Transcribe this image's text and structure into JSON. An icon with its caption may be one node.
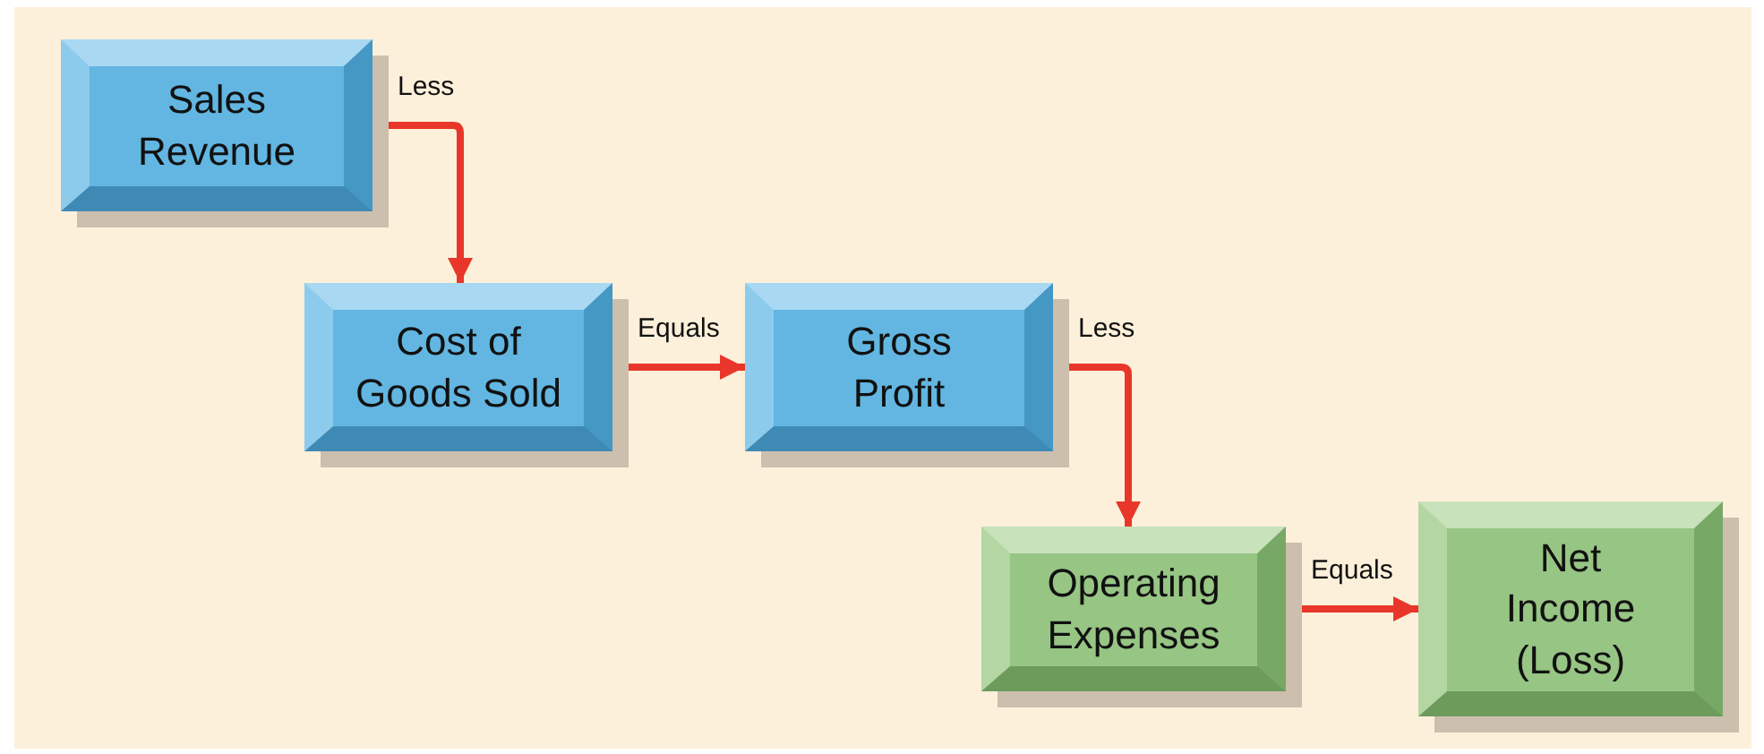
{
  "diagram": {
    "nodes": [
      {
        "text": [
          "Sales Revenue"
        ]
      },
      {
        "text": [
          "Cost of Goods Sold"
        ]
      },
      {
        "text": [
          "Gross Profit"
        ]
      },
      {
        "text": [
          "Operating Expenses"
        ]
      },
      {
        "text": [
          "Net Income (Loss)"
        ]
      }
    ],
    "edges": [
      {
        "from": 0,
        "to": 1,
        "arrow": "to",
        "label": "Less"
      },
      {
        "from": 1,
        "to": 2,
        "arrow": "to",
        "label": "Equals"
      },
      {
        "from": 2,
        "to": 3,
        "arrow": "to",
        "label": "Less"
      },
      {
        "from": 3,
        "to": 4,
        "arrow": "to",
        "label": "Equals"
      }
    ]
  }
}
